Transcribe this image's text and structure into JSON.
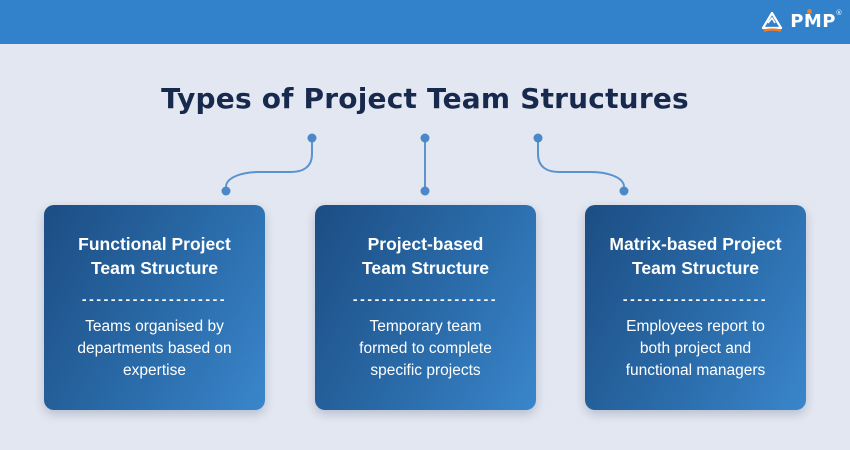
{
  "header": {
    "brand": "PMP",
    "registered": "®",
    "logo_icon": "mountain-triangle-icon"
  },
  "title": "Types of Project Team Structures",
  "cards": [
    {
      "heading": "Functional Project\nTeam Structure",
      "divider": "--------------------",
      "description": "Teams organised by\ndepartments based on\nexpertise"
    },
    {
      "heading": "Project-based\nTeam Structure",
      "divider": "--------------------",
      "description": "Temporary team\nformed to complete\nspecific projects"
    },
    {
      "heading": "Matrix-based Project\nTeam Structure",
      "divider": "--------------------",
      "description": "Employees report to\nboth project and\nfunctional managers"
    }
  ],
  "colors": {
    "top_bar": "#3182cb",
    "background": "#e3e7f1",
    "card_gradient_start": "#1c4d83",
    "card_gradient_end": "#3a86cb",
    "connector_line": "#5b92d0",
    "connector_dot": "#4c87c8",
    "title_text": "#17294d",
    "card_text": "#ffffff",
    "accent_orange": "#f07c23"
  }
}
